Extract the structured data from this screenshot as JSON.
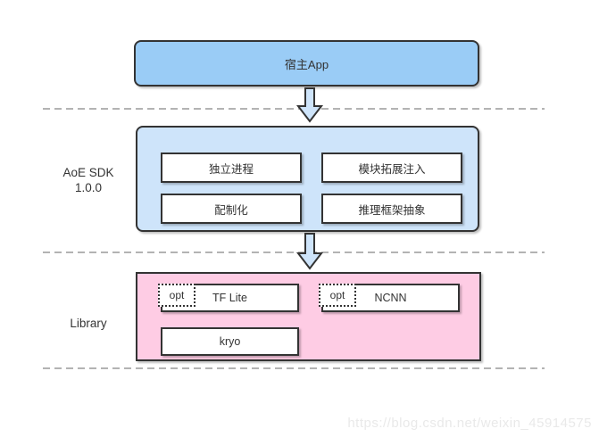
{
  "diagram": {
    "host_app": {
      "label": "宿主App"
    },
    "sdk": {
      "label_line1": "AoE SDK",
      "label_line2": "1.0.0",
      "modules": [
        "独立进程",
        "模块拓展注入",
        "配制化",
        "推理框架抽象"
      ]
    },
    "library": {
      "label": "Library",
      "items": [
        {
          "name": "TF Lite",
          "badge": "opt"
        },
        {
          "name": "NCNN",
          "badge": "opt"
        },
        {
          "name": "kryo"
        }
      ]
    },
    "arrows": [
      {
        "name": "app-to-sdk",
        "direction": "down"
      },
      {
        "name": "sdk-to-library",
        "direction": "down"
      }
    ],
    "colors": {
      "host_app_fill": "#9accf6",
      "sdk_fill": "#cee4fa",
      "library_fill": "#fecce4",
      "inner_box_fill": "#ffffff",
      "stroke": "#333333",
      "arrow_fill": "#cee4fa",
      "divider": "#b3b3b3",
      "watermark": "#e9e9e9"
    },
    "watermark": "https://blog.csdn.net/weixin_45914575"
  }
}
